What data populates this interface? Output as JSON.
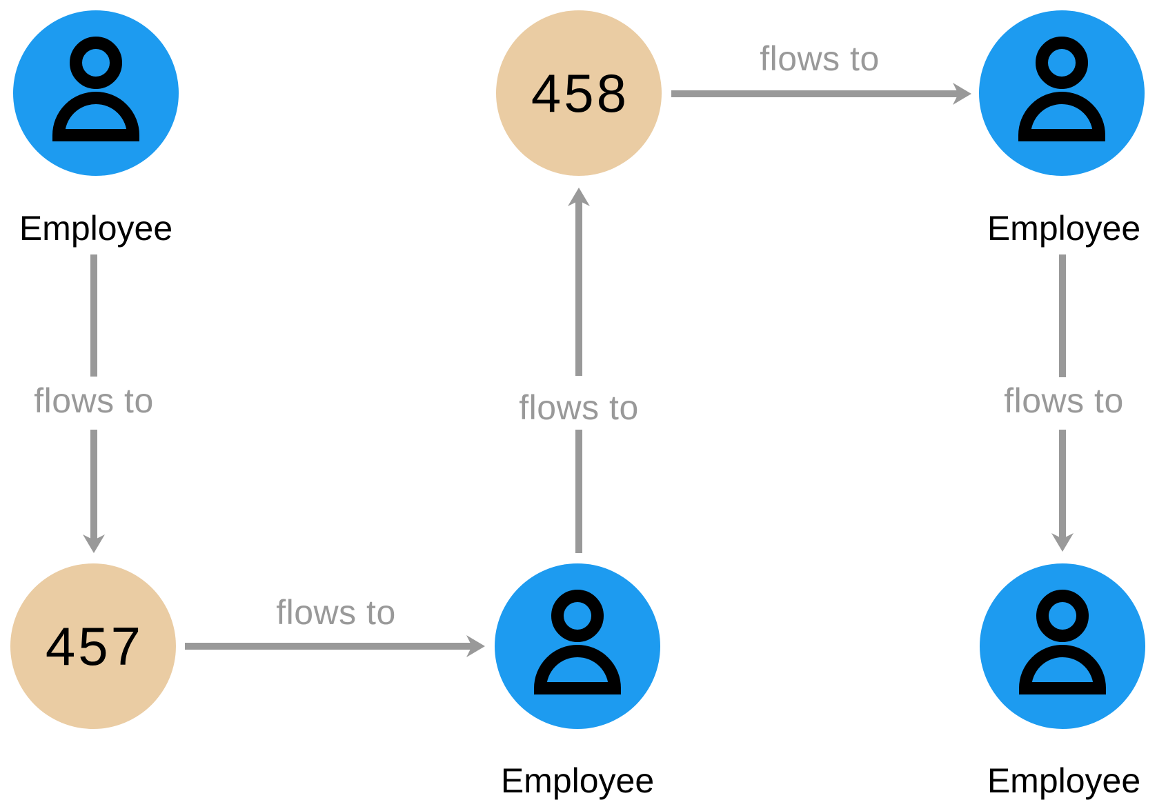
{
  "diagram": {
    "type": "graph",
    "relationship": "flows to",
    "colors": {
      "person_node": "#1D9BF0",
      "number_node": "#EACCA3",
      "arrow": "#999999",
      "text": "#000000"
    },
    "nodes": [
      {
        "id": "employee-top-left",
        "kind": "person",
        "label": "Employee"
      },
      {
        "id": "account-458",
        "kind": "number",
        "value": "458"
      },
      {
        "id": "employee-top-right",
        "kind": "person",
        "label": "Employee"
      },
      {
        "id": "account-457",
        "kind": "number",
        "value": "457"
      },
      {
        "id": "employee-bottom-middle",
        "kind": "person",
        "label": "Employee"
      },
      {
        "id": "employee-bottom-right",
        "kind": "person",
        "label": "Employee"
      }
    ],
    "edges": [
      {
        "from": "employee-top-left",
        "to": "account-457",
        "label": "flows to"
      },
      {
        "from": "account-457",
        "to": "employee-bottom-middle",
        "label": "flows to"
      },
      {
        "from": "employee-bottom-middle",
        "to": "account-458",
        "label": "flows to"
      },
      {
        "from": "account-458",
        "to": "employee-top-right",
        "label": "flows to"
      },
      {
        "from": "employee-top-right",
        "to": "employee-bottom-right",
        "label": "flows to"
      }
    ]
  }
}
